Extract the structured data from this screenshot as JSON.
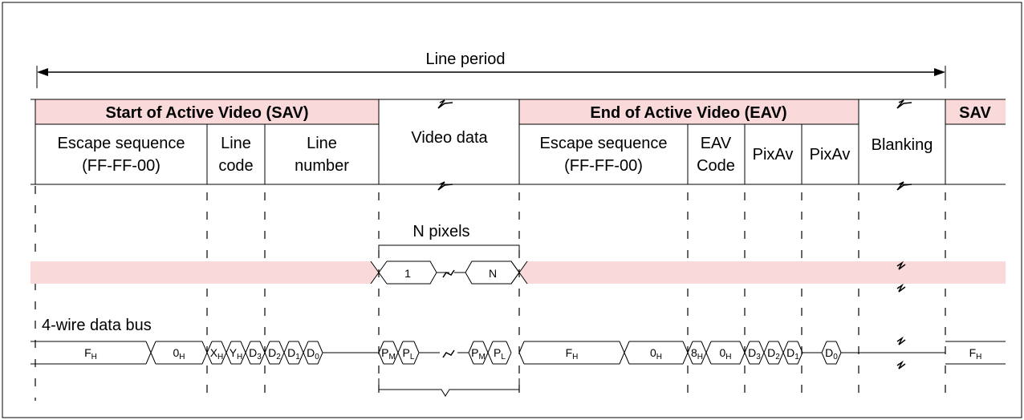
{
  "line_period": "Line period",
  "sav_header": "Start of Active Video (SAV)",
  "eav_header": "End of Active Video (EAV)",
  "sav_short": "SAV",
  "video_data": "Video data",
  "blanking": "Blanking",
  "escape_seq": "Escape sequence",
  "escape_val": "(FF-FF-00)",
  "line_code_1": "Line",
  "line_code_2": "code",
  "line_number_1": "Line",
  "line_number_2": "number",
  "eav_code_1": "EAV",
  "eav_code_2": "Code",
  "pixav": "PixAv",
  "n_pixels": "N pixels",
  "pixel_first": "1",
  "pixel_last": "N",
  "bus_label": "4-wire data bus",
  "bus_words": [
    {
      "b": "F",
      "s": "H"
    },
    {
      "b": "0",
      "s": "H"
    },
    {
      "b": "X",
      "s": "H"
    },
    {
      "b": "Y",
      "s": "H"
    },
    {
      "b": "D",
      "s": "3"
    },
    {
      "b": "D",
      "s": "2"
    },
    {
      "b": "D",
      "s": "1"
    },
    {
      "b": "D",
      "s": "0"
    },
    {
      "b": "P",
      "s": "M"
    },
    {
      "b": "P",
      "s": "L"
    },
    {
      "b": "P",
      "s": "M"
    },
    {
      "b": "P",
      "s": "L"
    },
    {
      "b": "F",
      "s": "H"
    },
    {
      "b": "0",
      "s": "H"
    },
    {
      "b": "8",
      "s": "H"
    },
    {
      "b": "0",
      "s": "H"
    },
    {
      "b": "D",
      "s": "3"
    },
    {
      "b": "D",
      "s": "2"
    },
    {
      "b": "D",
      "s": "1"
    },
    {
      "b": "D",
      "s": "0"
    },
    {
      "b": "F",
      "s": "H"
    }
  ],
  "colors": {
    "pink": "#f9d9d9",
    "line": "#000000"
  }
}
